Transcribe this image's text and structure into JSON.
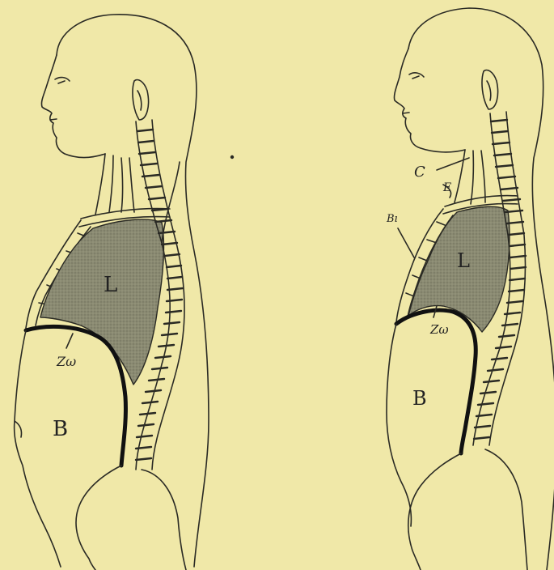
{
  "figures": [
    {
      "labels": {
        "lung": "L",
        "belly": "B",
        "diaphragm": "Zω"
      }
    },
    {
      "labels": {
        "lung": "L",
        "belly": "B",
        "diaphragm": "Zω",
        "throat": "C",
        "neck_mark": "E",
        "chest_wall": "Bı"
      }
    }
  ],
  "colors": {
    "paper": "#f0e8a8",
    "ink": "#2a2a24",
    "lung_fill": "#8a8a72",
    "spine_fill": "#f4eec0"
  }
}
